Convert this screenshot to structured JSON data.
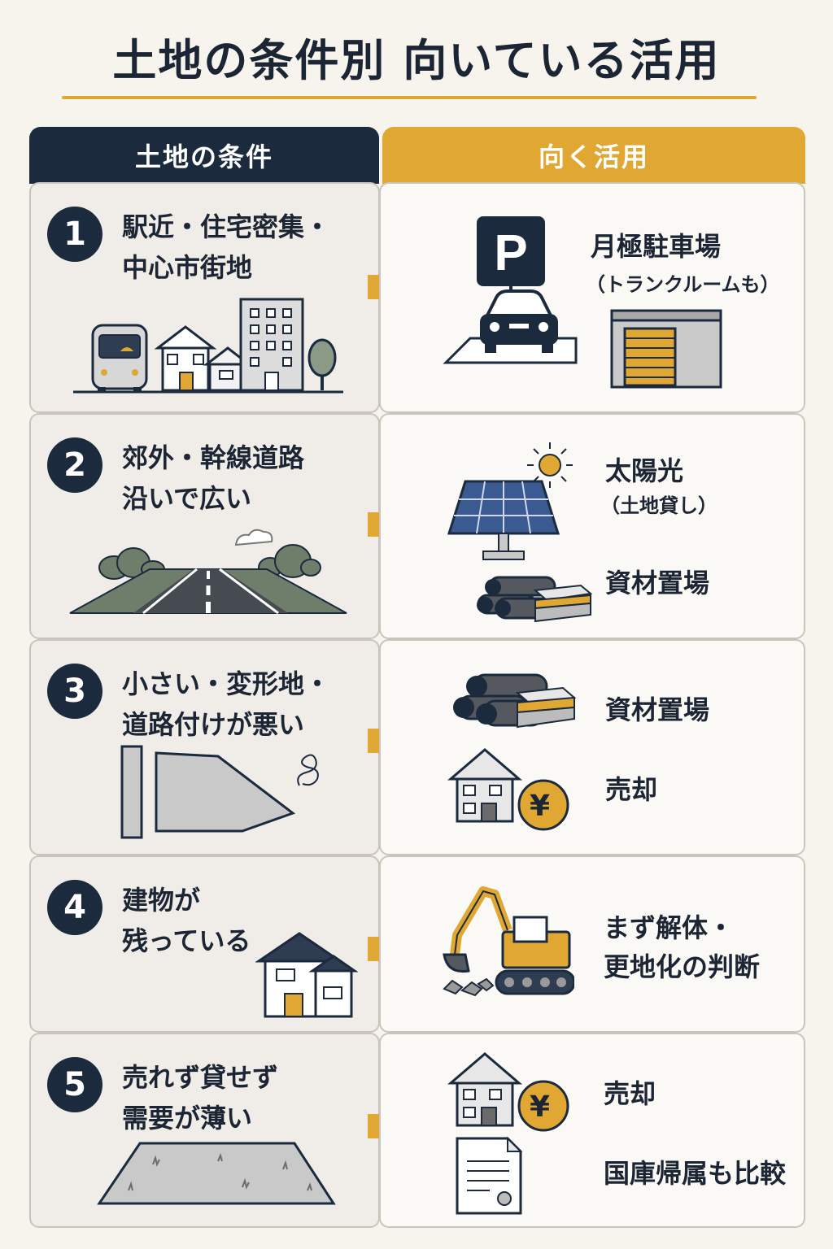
{
  "title": "土地の条件別 向いている活用",
  "headers": {
    "condition": "土地の条件",
    "use": "向く活用"
  },
  "rows": [
    {
      "number": "1",
      "condition_lines": [
        "駅近・住宅密集・",
        "中心市街地"
      ],
      "use_main": "月極駐車場",
      "use_sub": "（トランクルームも）",
      "parking_sign": "P"
    },
    {
      "number": "2",
      "condition_lines": [
        "郊外・幹線道路",
        "沿いで広い"
      ],
      "use_main": "太陽光",
      "use_sub": "（土地貸し）",
      "use_second": "資材置場"
    },
    {
      "number": "3",
      "condition_lines": [
        "小さい・変形地・",
        "道路付けが悪い"
      ],
      "use_main": "資材置場",
      "use_second": "売却",
      "currency": "¥"
    },
    {
      "number": "4",
      "condition_lines": [
        "建物が",
        "残っている"
      ],
      "use_main": "まず解体・",
      "use_second": "更地化の判断"
    },
    {
      "number": "5",
      "condition_lines": [
        "売れず貸せず",
        "需要が薄い"
      ],
      "use_main": "売却",
      "use_second": "国庫帰属も比較",
      "currency": "¥"
    }
  ],
  "colors": {
    "navy": "#1b2a3d",
    "gold": "#e0a832",
    "panel": "#f0ede8"
  }
}
